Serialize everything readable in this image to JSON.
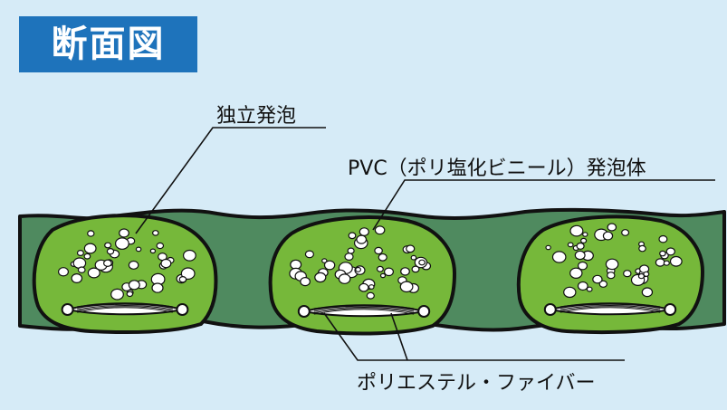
{
  "title": "断面図",
  "labels": {
    "closed_cell": "独立発泡",
    "pvc_foam": "PVC（ポリ塩化ビニール）発泡体",
    "polyester_fiber": "ポリエステル・ファイバー"
  },
  "colors": {
    "background": "#d6ebf7",
    "title_badge": "#1e73bb",
    "title_text": "#ffffff",
    "base_layer": "#4f8a5f",
    "foam_cell": "#76b83a",
    "outline": "#111111",
    "bubble": "#ffffff"
  }
}
